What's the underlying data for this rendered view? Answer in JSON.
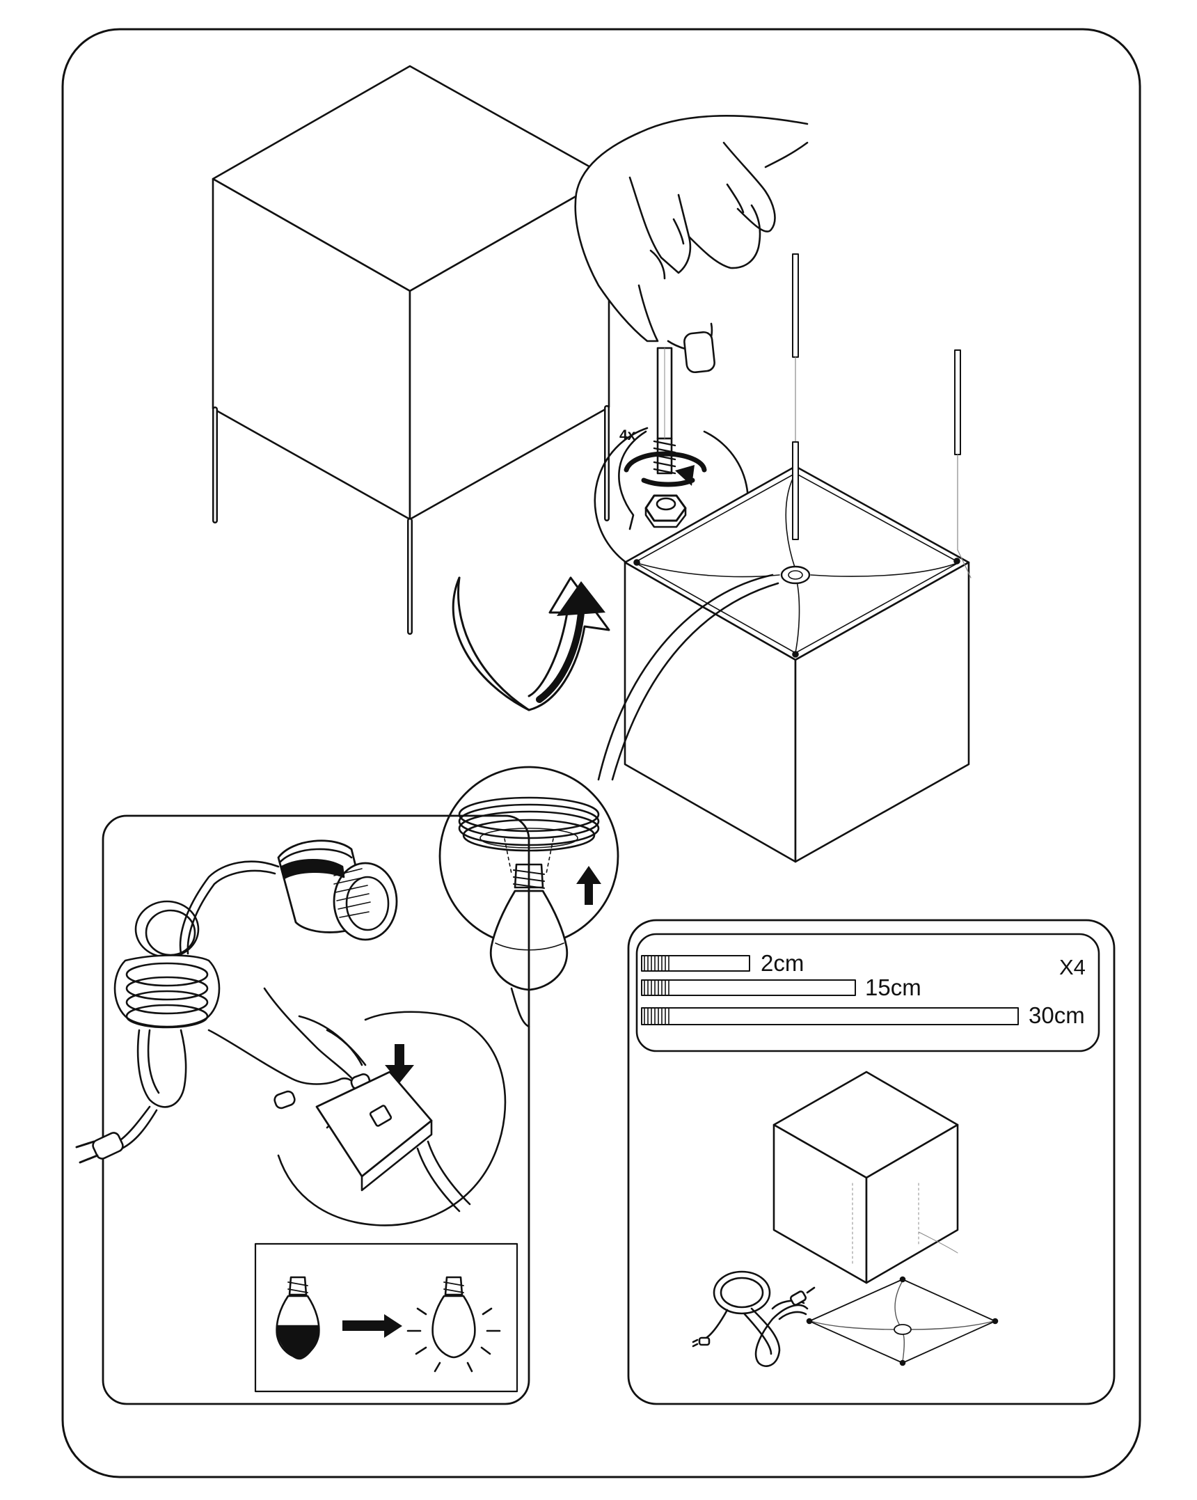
{
  "callouts": {
    "qty_nut": "4x"
  },
  "parts_list": {
    "quantity": "X4",
    "rods": [
      {
        "label": "2cm"
      },
      {
        "label": "15cm"
      },
      {
        "label": "30cm"
      }
    ]
  },
  "colors": {
    "ink": "#111111",
    "paper": "#ffffff",
    "light_line": "#8a8a8a"
  }
}
